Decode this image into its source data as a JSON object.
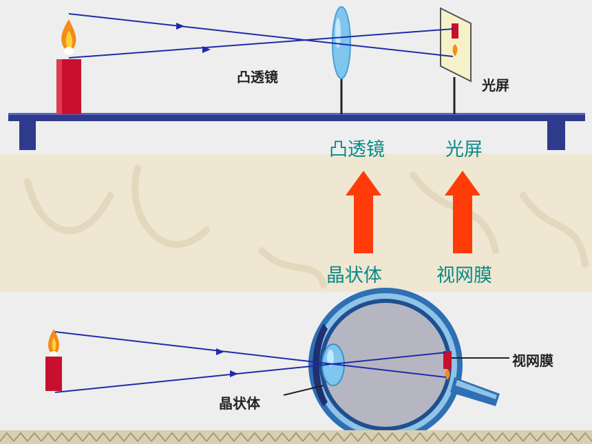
{
  "top_diagram": {
    "lens_label": "凸透镜",
    "screen_label": "光屏"
  },
  "analogy": {
    "lens_term": "凸透镜",
    "screen_term": "光屏",
    "eye_lens_term": "晶状体",
    "retina_term": "视网膜"
  },
  "bottom_diagram": {
    "eye_lens_label": "晶状体",
    "retina_label": "视网膜"
  },
  "colors": {
    "ray": "#1f2aa8",
    "arrow": "#ff3b0a",
    "teal_text": "#0a8a86",
    "candle": "#c8102e",
    "rail": "#2e3a8c"
  }
}
